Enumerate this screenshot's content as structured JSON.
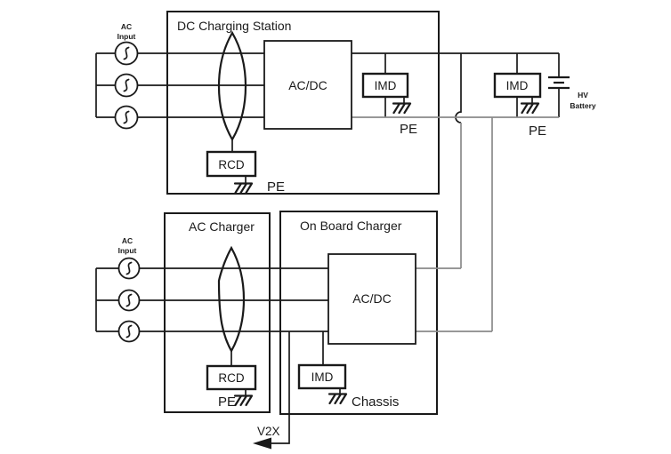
{
  "colors": {
    "wire_black": "#1a1a1a",
    "wire_pe_gray": "#8a8a8a"
  },
  "dc_station": {
    "title": "DC Charging Station",
    "acdc_label": "AC/DC",
    "imd_label": "IMD",
    "rcd_label": "RCD",
    "pe_imd_label": "PE",
    "pe_rcd_label": "PE"
  },
  "vehicle_dc": {
    "imd_label": "IMD",
    "pe_label": "PE",
    "hv_battery_line1": "HV",
    "hv_battery_line2": "Battery"
  },
  "ac_input_top": {
    "line1": "AC",
    "line2": "Input"
  },
  "ac_input_bottom": {
    "line1": "AC",
    "line2": "Input"
  },
  "ac_charger": {
    "title": "AC Charger",
    "rcd_label": "RCD",
    "pe_label": "PE"
  },
  "obc": {
    "title": "On Board Charger",
    "acdc_label": "AC/DC",
    "imd_label": "IMD",
    "chassis_label": "Chassis"
  },
  "v2x": {
    "label": "V2X"
  }
}
